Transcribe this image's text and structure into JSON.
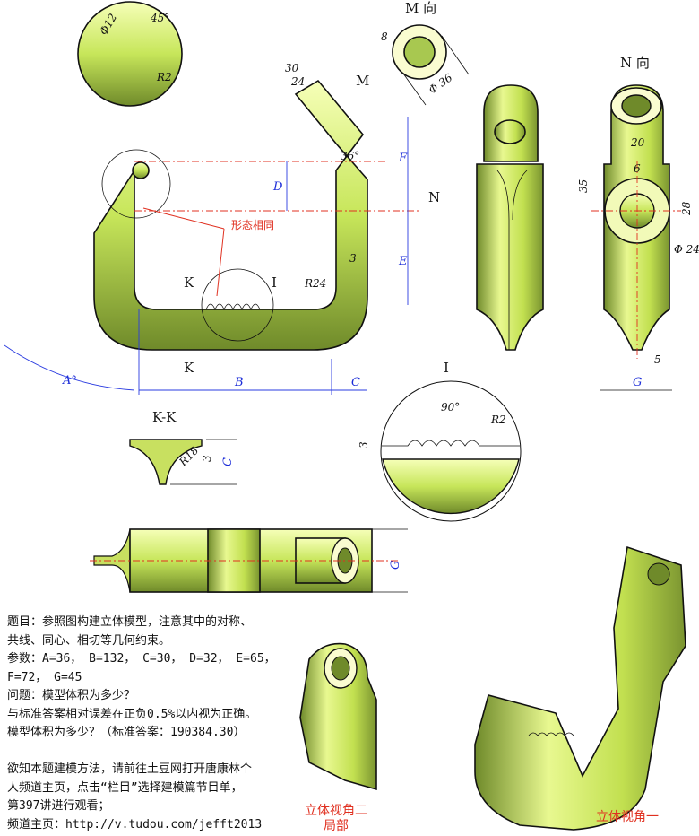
{
  "views": {
    "m_view_title": "M 向",
    "n_view_title": "N 向",
    "kk_title": "K-K",
    "detail_i_title": "I"
  },
  "main_view": {
    "dia12": "Φ12",
    "angle45": "45°",
    "r2": "R2",
    "dim30": "30",
    "dim24": "24",
    "m_arrow": "M",
    "angle36": "36°",
    "n_arrow": "N",
    "r24": "R24",
    "dim3": "3",
    "k_top": "K",
    "k_bottom": "K",
    "i_label": "I",
    "same_shape": "形态相同",
    "A": "A°",
    "B": "B",
    "C": "C",
    "D": "D",
    "E": "E",
    "F": "F"
  },
  "m_view": {
    "dim8": "8",
    "dia36": "Φ 36"
  },
  "n_view": {
    "dim20": "20",
    "dim6": "6",
    "dim35": "35",
    "dim28": "28",
    "dia24": "Φ 24",
    "dim5": "5",
    "G": "G"
  },
  "detail_i": {
    "angle90": "90°",
    "r2": "R2",
    "dim3": "3"
  },
  "kk_section": {
    "r18": "R18",
    "dim3": "3",
    "C": "C"
  },
  "bottom_view": {
    "G": "G"
  },
  "description": [
    "题目：参照图构建立体模型，注意其中的对称、",
    "共线、同心、相切等几何约束。",
    "参数：A=36， B=132， C=30， D=32， E=65，",
    "F=72， G=45",
    "问题：模型体积为多少？",
    "与标准答案相对误差在正负0.5%以内视为正确。",
    "模型体积为多少？（标准答案：190384.30）",
    "",
    "欲知本题建模方法，请前往土豆网打开唐康林个",
    "人频道主页，点击“栏目”选择建模篇节目单，",
    "第397讲进行观看；",
    "频道主页：http://v.tudou.com/jefft2013"
  ],
  "captions": {
    "view2": "立体视角二",
    "view2_sub": "局部",
    "view1": "立体视角一"
  }
}
